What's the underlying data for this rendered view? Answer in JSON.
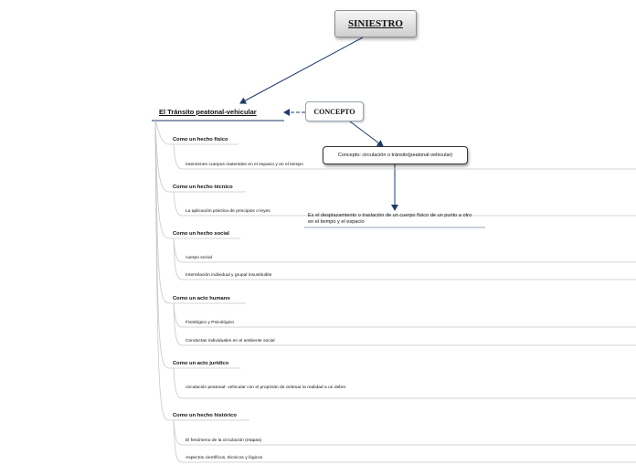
{
  "root": {
    "label": "SINIESTRO"
  },
  "main_topic": {
    "label": "El Tránsito peatonal-vehicular"
  },
  "concept": {
    "label": "CONCEPTO",
    "definition": "Concepto: circulación o tránsito(peatonal-vehicular)",
    "description": "Es el desplazamiento o traslación de un cuerpo físico de un punto a otro en el tiempo y el espacio"
  },
  "branches": [
    {
      "label": "Como un hecho físico",
      "children": [
        "Intervienen cuerpos materiales en el espacio y en el tiempo"
      ]
    },
    {
      "label": "Como un hecho  técnico",
      "children": [
        "La aplicación práctica de principios o leyes"
      ]
    },
    {
      "label": "Como un hecho social",
      "children": [
        "cuerpo social",
        "Interrelación individual y grupal insustituible"
      ]
    },
    {
      "label": "Como un acto  humano",
      "children": [
        "Fisiológico y Psicológico",
        "Conductas individuales en el ambiente social"
      ]
    },
    {
      "label": "Como un acto jurídico",
      "children": [
        "circulación peatonal- vehicular con el propósito de ordenar la realidad a un deber"
      ]
    },
    {
      "label": "Como un hecho histórico",
      "children": [
        "El fenómeno de la circulación (etapas)",
        "Aspectos científicos, técnicos y lógicos"
      ]
    }
  ],
  "colors": {
    "connector": "#1f3a6b",
    "branch_line": "#c6c9ce",
    "underline": "#1f3a6b"
  }
}
